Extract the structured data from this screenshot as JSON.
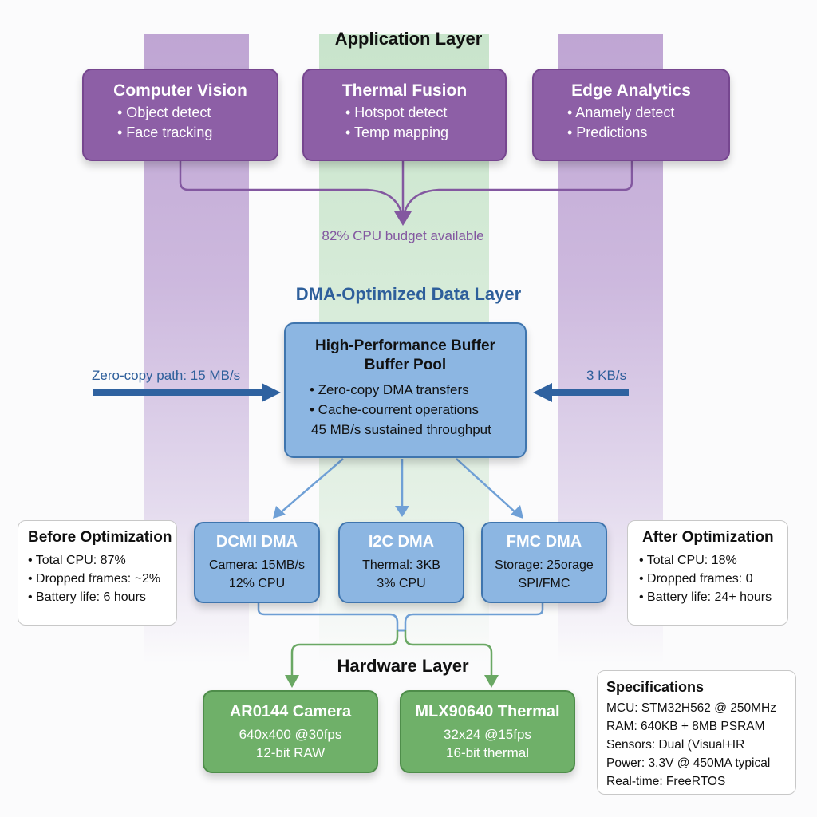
{
  "colors": {
    "app_purple": "#8d5fa6",
    "dma_blue": "#8cb6e2",
    "hw_green": "#6fb069",
    "dma_title_blue": "#2e5f9b",
    "budget_purple": "#8358a0"
  },
  "application_layer": {
    "title": "Application Layer",
    "boxes": [
      {
        "title": "Computer Vision",
        "items": [
          "• Object detect",
          "• Face tracking"
        ]
      },
      {
        "title": "Thermal Fusion",
        "items": [
          "• Hotspot detect",
          "• Temp mapping"
        ]
      },
      {
        "title": "Edge Analytics",
        "items": [
          "• Anamely detect",
          "• Predictions"
        ]
      }
    ],
    "budget_label": "82% CPU budget available"
  },
  "data_layer": {
    "title": "DMA-Optimized Data Layer",
    "buffer_pool": {
      "title_line1": "High-Performance Buffer",
      "title_line2": "Buffer Pool",
      "items": [
        "• Zero-copy DMA transfers",
        "• Cache-courrent operations"
      ],
      "throughput": "45 MB/s sustained throughput"
    },
    "left_input_label": "Zero-copy path: 15 MB/s",
    "right_input_label": "3 KB/s",
    "dma_channels": [
      {
        "title": "DCMI DMA",
        "lines": [
          "Camera: 15MB/s",
          "12% CPU"
        ]
      },
      {
        "title": "I2C DMA",
        "lines": [
          "Thermal: 3KB",
          "3% CPU"
        ]
      },
      {
        "title": "FMC DMA",
        "lines": [
          "Storage: 25orage",
          "SPI/FMC"
        ]
      }
    ]
  },
  "before_optimization": {
    "title": "Before Optimization",
    "items": [
      "• Total CPU: 87%",
      "• Dropped frames: ~2%",
      "• Battery life: 6 hours"
    ]
  },
  "after_optimization": {
    "title": "After Optimization",
    "items": [
      "• Total CPU: 18%",
      "• Dropped frames: 0",
      "• Battery life: 24+ hours"
    ]
  },
  "hardware_layer": {
    "title": "Hardware Layer",
    "devices": [
      {
        "title": "AR0144 Camera",
        "lines": [
          "640x400 @30fps",
          "12-bit RAW"
        ]
      },
      {
        "title": "MLX90640 Thermal",
        "lines": [
          "32x24 @15fps",
          "16-bit thermal"
        ]
      }
    ]
  },
  "specifications": {
    "title": "Specifications",
    "lines": [
      "MCU: STM32H562 @ 250MHz",
      "RAM: 640KB + 8MB PSRAM",
      "Sensors: Dual (Visual+IR",
      "Power: 3.3V @ 450MA typical",
      "Real-time: FreeRTOS"
    ]
  }
}
